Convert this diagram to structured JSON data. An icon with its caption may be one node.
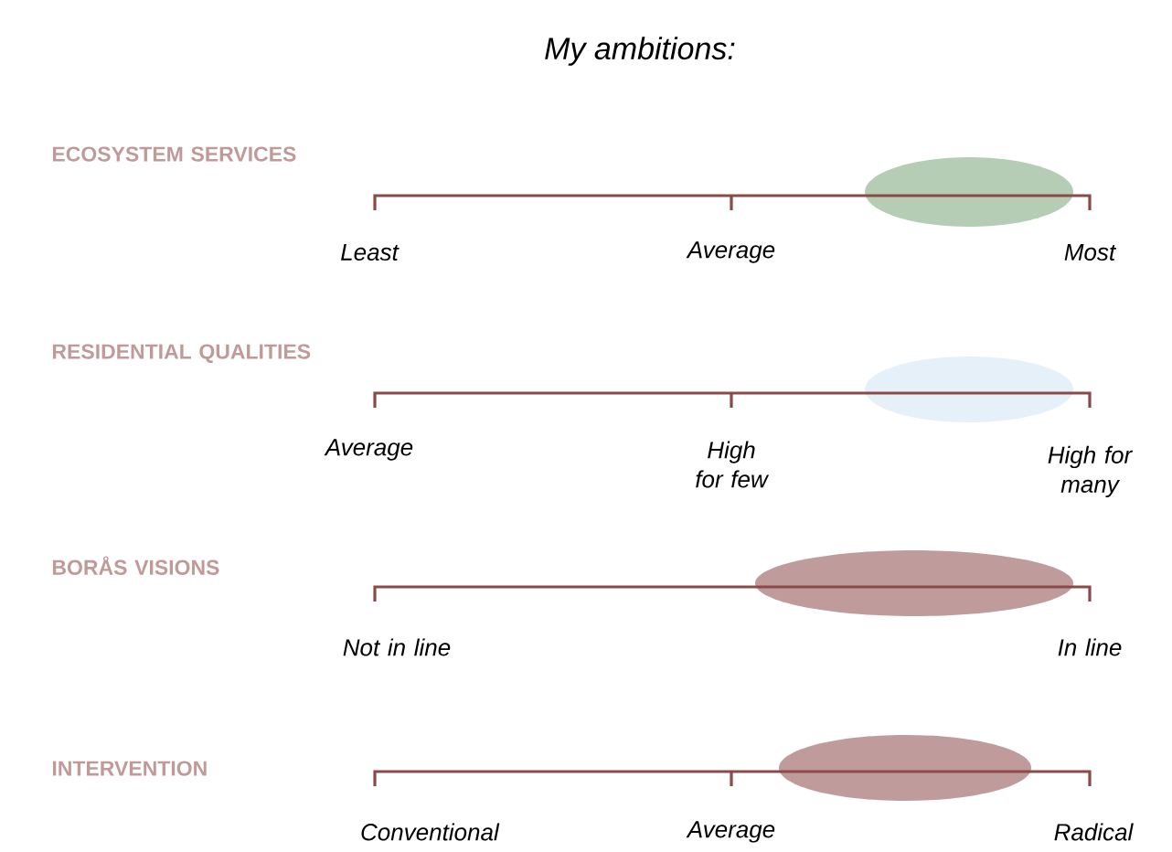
{
  "diagram": {
    "title": "My ambitions:",
    "labels": [
      "ECOSYSTEM SERVICES",
      "Least",
      "Average",
      "Most",
      "RESIDENTIAL QUALITIES",
      "Average",
      "High for few",
      "High for many",
      "BORÅS VISIONS",
      "Not in line",
      "In line",
      "INTERVENTION",
      "Conventional",
      "Average",
      "Radical"
    ]
  }
}
